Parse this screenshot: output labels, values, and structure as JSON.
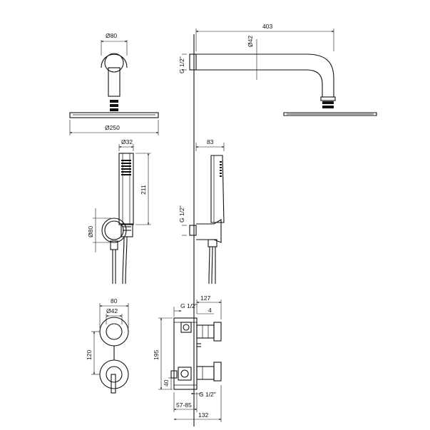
{
  "dimensions": {
    "head_top_dia": "Ø80",
    "head_plate_dia": "Ø250",
    "arm_length": "403",
    "arm_dia": "Ø42",
    "arm_thread": "G 1/2\"",
    "hand_dia": "Ø32",
    "hand_length": "211",
    "holder_dia": "Ø80",
    "holder_depth": "83",
    "holder_thread": "G 1/2\"",
    "plate_width": "80",
    "knob_dia": "Ø42",
    "knob_spacing": "120",
    "valve_depth_top": "127",
    "valve_thread_top": "G 1/2\"",
    "valve_small": "4",
    "valve_height": "195",
    "valve_offset": "40",
    "valve_thread_bottom": "G 1/2\"",
    "valve_wall_range": "57-85",
    "valve_depth_bottom": "132"
  }
}
